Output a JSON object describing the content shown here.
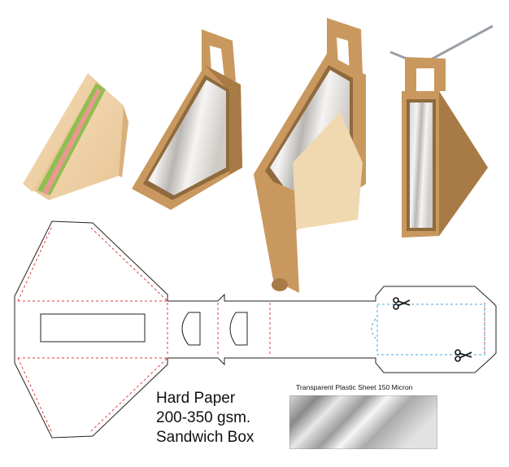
{
  "product": {
    "line1": "Hard Paper",
    "line2": "200-350 gsm.",
    "line3": "Sandwich Box"
  },
  "plastic_sheet": {
    "label": "Transparent Plastic Sheet 150 Micron"
  },
  "colors": {
    "kraft": "#c9985e",
    "kraft_dark": "#a87a45",
    "die_line": "#222222",
    "fold_line": "#e03c3c",
    "window_line": "#4aa3df"
  },
  "icons": [
    "scissors-icon",
    "scissors-icon",
    "sandwich-illustration",
    "closed-box-illustration",
    "open-box-illustration",
    "hanging-box-illustration",
    "metal-hook-icon"
  ]
}
